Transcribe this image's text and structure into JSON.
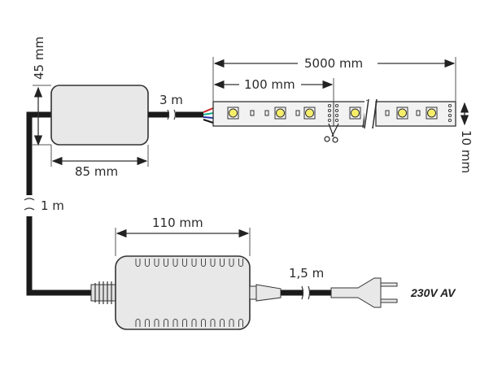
{
  "dimensions": {
    "controller_height": "45 mm",
    "controller_width": "85 mm",
    "controller_cable": "3 m",
    "strip_length": "5000 mm",
    "strip_segment": "100 mm",
    "strip_width": "10 mm",
    "link_cable": "1 m",
    "adapter_width": "110 mm",
    "mains_cable": "1,5 m"
  },
  "voltage_label": "230V AV",
  "colors": {
    "led": "#f6ee6a",
    "body": "#e8e8e8",
    "cable": "#1a1a1a"
  }
}
